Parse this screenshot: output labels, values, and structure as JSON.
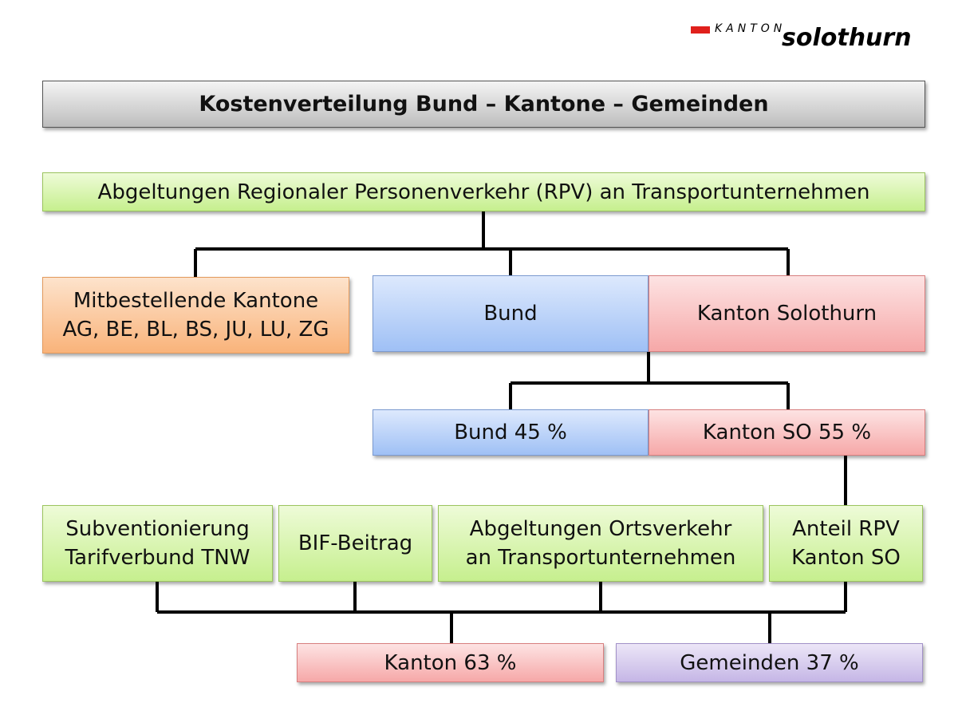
{
  "logo": {
    "kanton": "KANTON",
    "name": "solothurn"
  },
  "title": "Kostenverteilung Bund – Kantone – Gemeinden",
  "rpv": "Abgeltungen Regionaler Personenverkehr (RPV) an Transportunternehmen",
  "mitbestellende": {
    "line1": "Mitbestellende Kantone",
    "line2": "AG, BE, BL, BS, JU, LU, ZG"
  },
  "bund": "Bund",
  "kanton_solothurn": "Kanton Solothurn",
  "bund_pct": "Bund 45 %",
  "kanton_so_pct": "Kanton SO 55 %",
  "subvention": {
    "line1": "Subventionierung",
    "line2": "Tarifverbund TNW"
  },
  "bif": "BIF-Beitrag",
  "ortsverkehr": {
    "line1": "Abgeltungen Ortsverkehr",
    "line2": "an Transportunternehmen"
  },
  "anteil": {
    "line1": "Anteil RPV",
    "line2": "Kanton SO"
  },
  "kanton_pct": "Kanton 63 %",
  "gemeinden_pct": "Gemeinden 37 %"
}
